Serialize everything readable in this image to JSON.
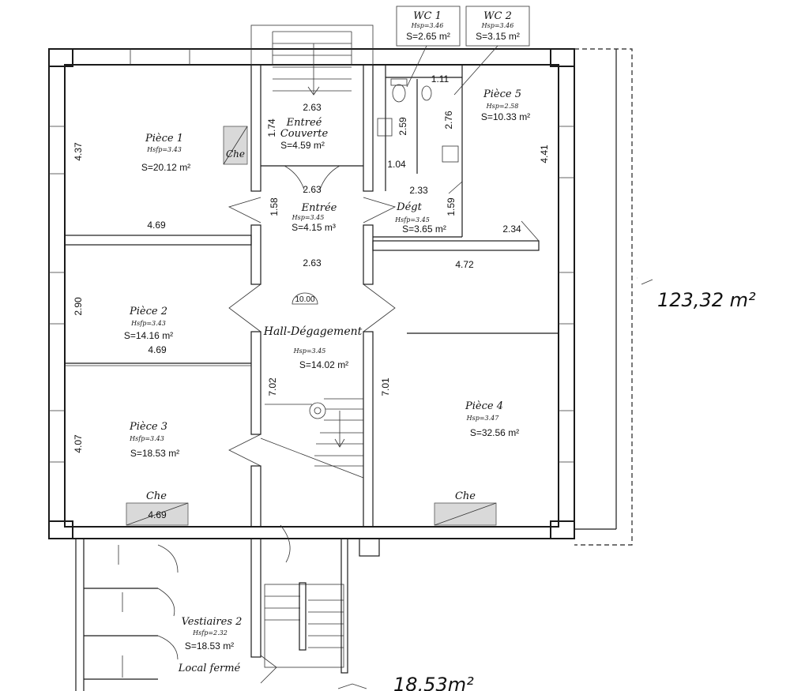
{
  "rooms": {
    "wc1": {
      "name": "WC 1",
      "height": "Hsp=3.46",
      "area": "S=2.65 m²"
    },
    "wc2": {
      "name": "WC 2",
      "height": "Hsp=3.46",
      "area": "S=3.15 m²"
    },
    "piece5": {
      "name": "Pièce 5",
      "height": "Hsp=2.58",
      "area": "S=10.33 m²"
    },
    "piece1": {
      "name": "Pièce 1",
      "height": "Hsfp=3.43",
      "area": "S=20.12 m²"
    },
    "entree_couverte": {
      "name_line1": "Entreé",
      "name_line2": "Couverte",
      "area": "S=4.59 m²"
    },
    "entree": {
      "name": "Entrée",
      "height": "Hsp=3.45",
      "area": "S=4.15 m³"
    },
    "degt": {
      "name": "Dégt",
      "height": "Hsfp=3.45",
      "area": "S=3.65 m²"
    },
    "piece2": {
      "name": "Pièce 2",
      "height": "Hsfp=3.43",
      "area": "S=14.16 m²"
    },
    "hall": {
      "name": "Hall-Dégagement",
      "height": "Hsp=3.45",
      "area": "S=14.02 m²"
    },
    "piece3": {
      "name": "Pièce 3",
      "height": "Hsfp=3.43",
      "area": "S=18.53 m²"
    },
    "piece4": {
      "name": "Pièce 4",
      "height": "Hsp=3.47",
      "area": "S=32.56 m²"
    },
    "vestiaires2": {
      "name": "Vestiaires 2",
      "height": "Hsfp=2.32",
      "area": "S=18.53 m²"
    },
    "local_ferme": {
      "name": "Local fermé"
    }
  },
  "labels": {
    "che": "Che",
    "level_marker": "10.00"
  },
  "dimensions": {
    "d_263_top": "2.63",
    "d_174": "1.74",
    "d_437": "4.37",
    "d_259": "2.59",
    "d_276": "2.76",
    "d_111": "1.11",
    "d_441": "4.41",
    "d_104": "1.04",
    "d_233": "2.33",
    "d_263_entree": "2.63",
    "d_158": "1.58",
    "d_159": "1.59",
    "d_469_a": "4.69",
    "d_234": "2.34",
    "d_263_hall": "2.63",
    "d_472": "4.72",
    "d_290": "2.90",
    "d_469_b": "4.69",
    "d_702": "7.02",
    "d_701": "7.01",
    "d_407": "4.07",
    "d_469_c": "4.69"
  },
  "annotations": {
    "total_area": "123,32 m²",
    "lower_area": "18,53m²"
  }
}
